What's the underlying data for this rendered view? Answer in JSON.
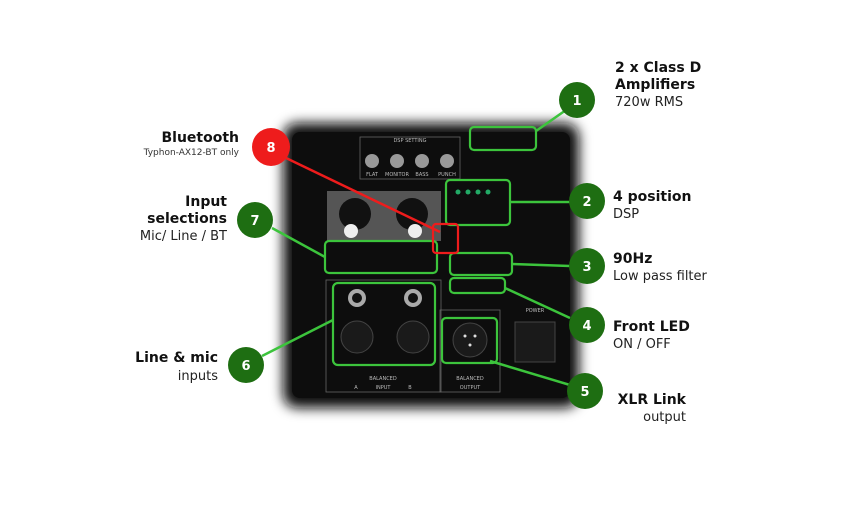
{
  "colors": {
    "callout_green": "#1e6e12",
    "callout_red": "#ee1c1c",
    "highlight_green": "#3cc43c",
    "panel": "#0d0d0d"
  },
  "panel_labels": {
    "dsp_title": "DSP SETTING",
    "dsp": [
      "FLAT",
      "MONITOR",
      "BASS",
      "PUNCH"
    ],
    "input": "INPUT",
    "output": "OUTPUT",
    "balanced": "BALANCED",
    "power": "POWER",
    "ch_a": "A",
    "ch_b": "B"
  },
  "callouts": [
    {
      "number": "1",
      "title": "2 x Class D Amplifiers",
      "title_lines": [
        "2 x Class D",
        "Amplifiers"
      ],
      "subtitle": "720w RMS"
    },
    {
      "number": "2",
      "title": "4 position",
      "subtitle": "DSP"
    },
    {
      "number": "3",
      "title": "90Hz",
      "subtitle": "Low pass filter"
    },
    {
      "number": "4",
      "title": "Front LED",
      "subtitle": "ON / OFF"
    },
    {
      "number": "5",
      "title": "XLR Link",
      "subtitle": "output"
    },
    {
      "number": "6",
      "title": "Line & mic",
      "subtitle": "inputs"
    },
    {
      "number": "7",
      "title": "Input selections",
      "title_lines": [
        "Input",
        "selections"
      ],
      "subtitle": "Mic/ Line / BT"
    },
    {
      "number": "8",
      "title": "Bluetooth",
      "subtitle": "Typhon-AX12-BT only"
    }
  ]
}
